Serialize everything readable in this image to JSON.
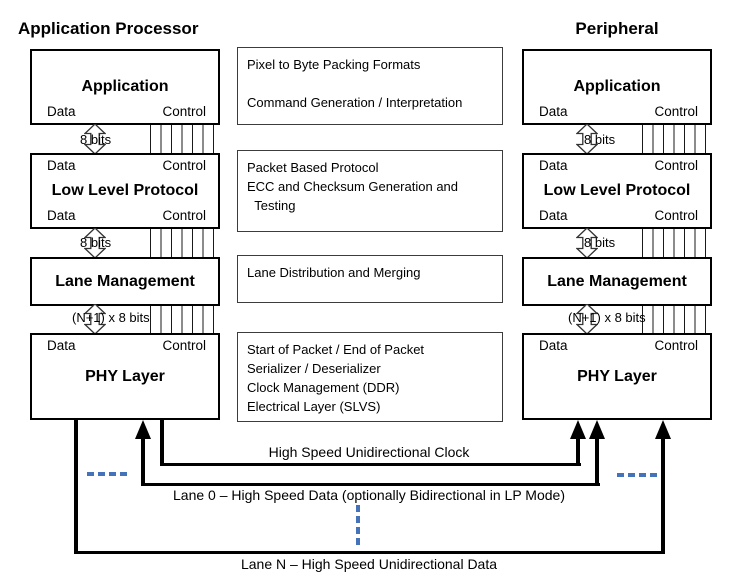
{
  "titles": {
    "left": "Application Processor",
    "right": "Peripheral"
  },
  "port_labels": {
    "data": "Data",
    "control": "Control"
  },
  "stack": {
    "application": "Application",
    "low_level_protocol": "Low Level Protocol",
    "lane_management": "Lane Management",
    "phy_layer": "PHY Layer"
  },
  "bus_labels": {
    "app_llp": "8 bits",
    "llp_lane": "8 bits",
    "lane_phy": "(N+1) x 8 bits"
  },
  "descriptions": {
    "application": [
      "Pixel to Byte Packing Formats",
      "",
      "Command Generation / Interpretation"
    ],
    "low_level_protocol": [
      "Packet Based Protocol",
      "ECC and Checksum Generation and",
      "  Testing"
    ],
    "lane_management": [
      "Lane Distribution and Merging"
    ],
    "phy_layer": [
      "Start of Packet / End of Packet",
      "Serializer / Deserializer",
      "Clock Management (DDR)",
      "Electrical Layer (SLVS)"
    ]
  },
  "links": {
    "clock": "High Speed Unidirectional Clock",
    "lane0": "Lane 0 – High Speed Data (optionally Bidirectional in LP Mode)",
    "laneN": "Lane N – High Speed Unidirectional Data"
  },
  "colors": {
    "dash_blue": "#4473b9",
    "line_black": "#000000"
  }
}
